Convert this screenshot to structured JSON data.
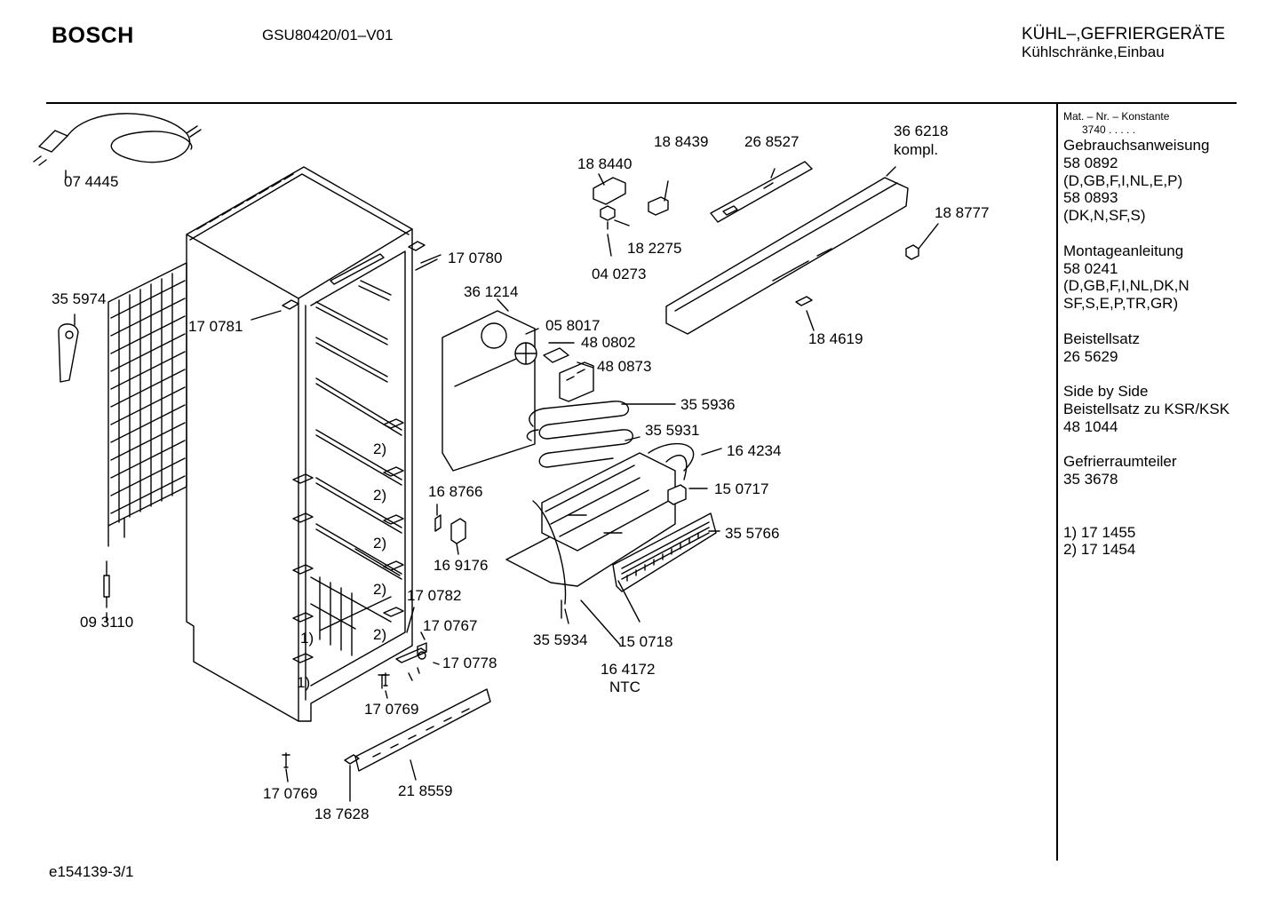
{
  "header": {
    "brand": "BOSCH",
    "model": "GSU80420/01–V01",
    "category_line1": "KÜHL–,GEFRIERGERÄTE",
    "category_line2": "Kühlschränke,Einbau"
  },
  "footer": {
    "drawing_id": "e154139-3/1"
  },
  "callouts": {
    "c074445": "07 4445",
    "c355974": "35 5974",
    "c093110": "09 3110",
    "c170781": "17 0781",
    "c170780": "17 0780",
    "c361214": "36 1214",
    "c058017": "05 8017",
    "c480802": "48 0802",
    "c480873": "48 0873",
    "c355936": "35 5936",
    "c355931": "35 5931",
    "c164234": "16 4234",
    "c150717": "15  0717",
    "c355766": "35 5766",
    "c168766": "16 8766",
    "c169176": "16 9176",
    "c170782": "17 0782",
    "c170767": "17 0767",
    "c170778": "17 0778",
    "c170769a": "17 0769",
    "c170769b": "17 0769",
    "c187628": "18 7628",
    "c218559": "21 8559",
    "c355934": "35 5934",
    "c150718": "15  0718",
    "c164172": "16 4172",
    "c164172_note": "NTC",
    "c188440": "18 8440",
    "c188439": "18 8439",
    "c268527": "26 8527",
    "c366218": "36 6218",
    "c366218_note": "kompl.",
    "c188777": "18 8777",
    "c182275": "18 2275",
    "c040273": "04 0273",
    "c184619": "18 4619",
    "fn2a": "2)",
    "fn2b": "2)",
    "fn2c": "2)",
    "fn2d": "2)",
    "fn2e": "2)",
    "fn1a": "1)",
    "fn1b": "1)"
  },
  "sidebar": {
    "header": "Mat. – Nr. – Konstante",
    "constant": "3740  .  .  .  .  .",
    "lines": [
      "Gebrauchsanweisung",
      "58 0892",
      "(D,GB,F,I,NL,E,P)",
      "58 0893",
      "(DK,N,SF,S)",
      "",
      "Montageanleitung",
      "58 0241",
      "(D,GB,F,I,NL,DK,N",
      "SF,S,E,P,TR,GR)",
      "",
      "Beistellsatz",
      "26 5629",
      "",
      "Side by Side",
      "Beistellsatz zu KSR/KSK",
      "48 1044",
      "",
      "Gefrierraumteiler",
      "35 3678",
      "",
      "",
      "1) 17 1455",
      "2) 17 1454"
    ]
  }
}
